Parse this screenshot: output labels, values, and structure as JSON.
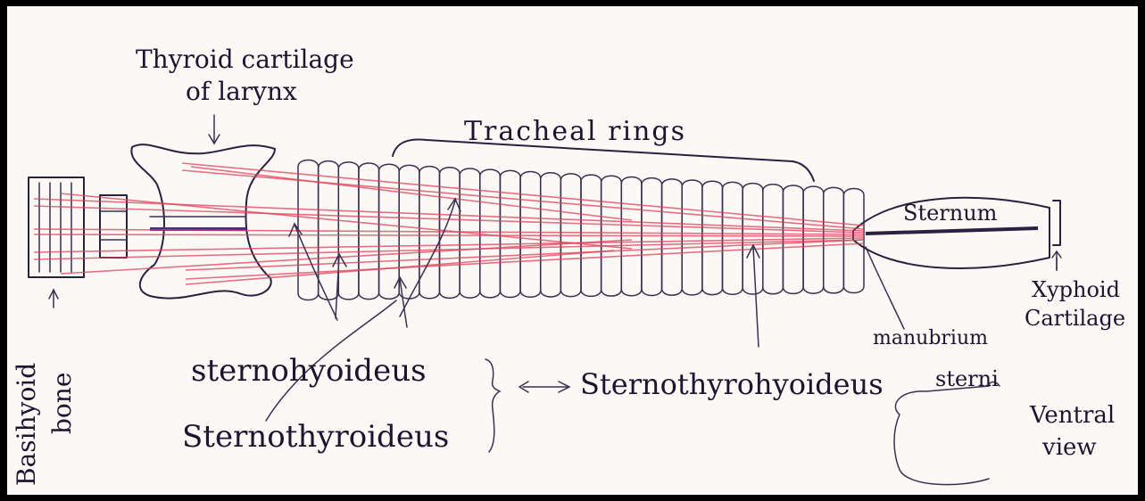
{
  "labels": {
    "thyroid_line1": "Thyroid cartilage",
    "thyroid_line2": "of larynx",
    "tracheal_rings": "Tracheal rings",
    "sternum": "Sternum",
    "xyphoid_line1": "Xyphoid",
    "xyphoid_line2": "Cartilage",
    "manubrium_line1": "manubrium",
    "manubrium_line2": "sterni",
    "sternohyoideus": "sternohyoideus",
    "sternothyroideus": "Sternothyroideus",
    "sternothyrohyoideus": "Sternothyrohyoideus",
    "basihyoid_line1": "Basihyoid",
    "basihyoid_line2": "bone",
    "view_line1": "Ventral",
    "view_line2": "view"
  },
  "colors": {
    "ink": "#2a2040",
    "muscle": "#e0405a",
    "purple": "#4a2a8a",
    "paper": "#fbf9f5",
    "border": "#000000"
  }
}
